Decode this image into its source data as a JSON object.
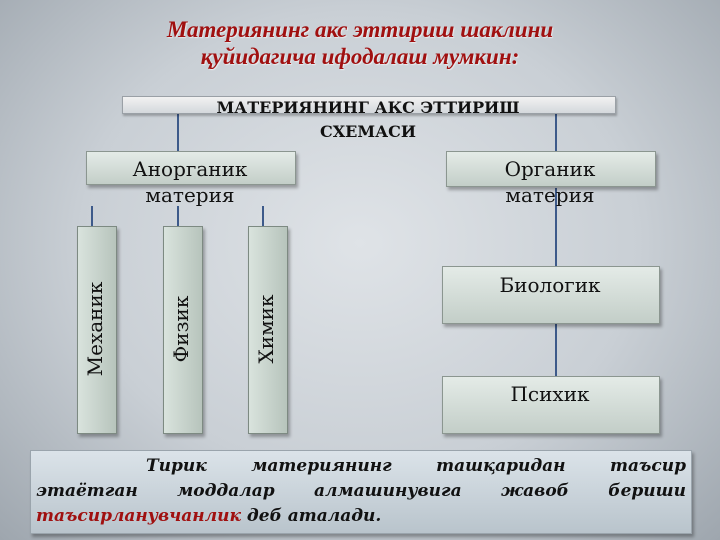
{
  "title": {
    "line1": "Материянинг  акс эттириш шаклини",
    "line2": "қуйидагича ифодалаш мумкин:"
  },
  "scheme_header": {
    "line1": "МАТЕРИЯНИНГ АКС ЭТТИРИШ",
    "line2": "СХЕМАСИ"
  },
  "inorganic": {
    "line1": "Анорганик",
    "line2": "материя"
  },
  "organic": {
    "line1": "Органик",
    "line2": "материя"
  },
  "inorganic_children": [
    "Механик",
    "Физик",
    "Химик"
  ],
  "organic_children": [
    "Биологик",
    "Психик"
  ],
  "definition": {
    "line1": "Тирик материянинг ташқаридан таъсир",
    "line2": "этаётган моддалар алмашинувига  жавоб бериши",
    "term": "таъсирланувчанлик",
    "rest": " деб аталади."
  },
  "colors": {
    "title": "#a01010",
    "connector": "#3d5a8a",
    "term": "#a01010"
  }
}
